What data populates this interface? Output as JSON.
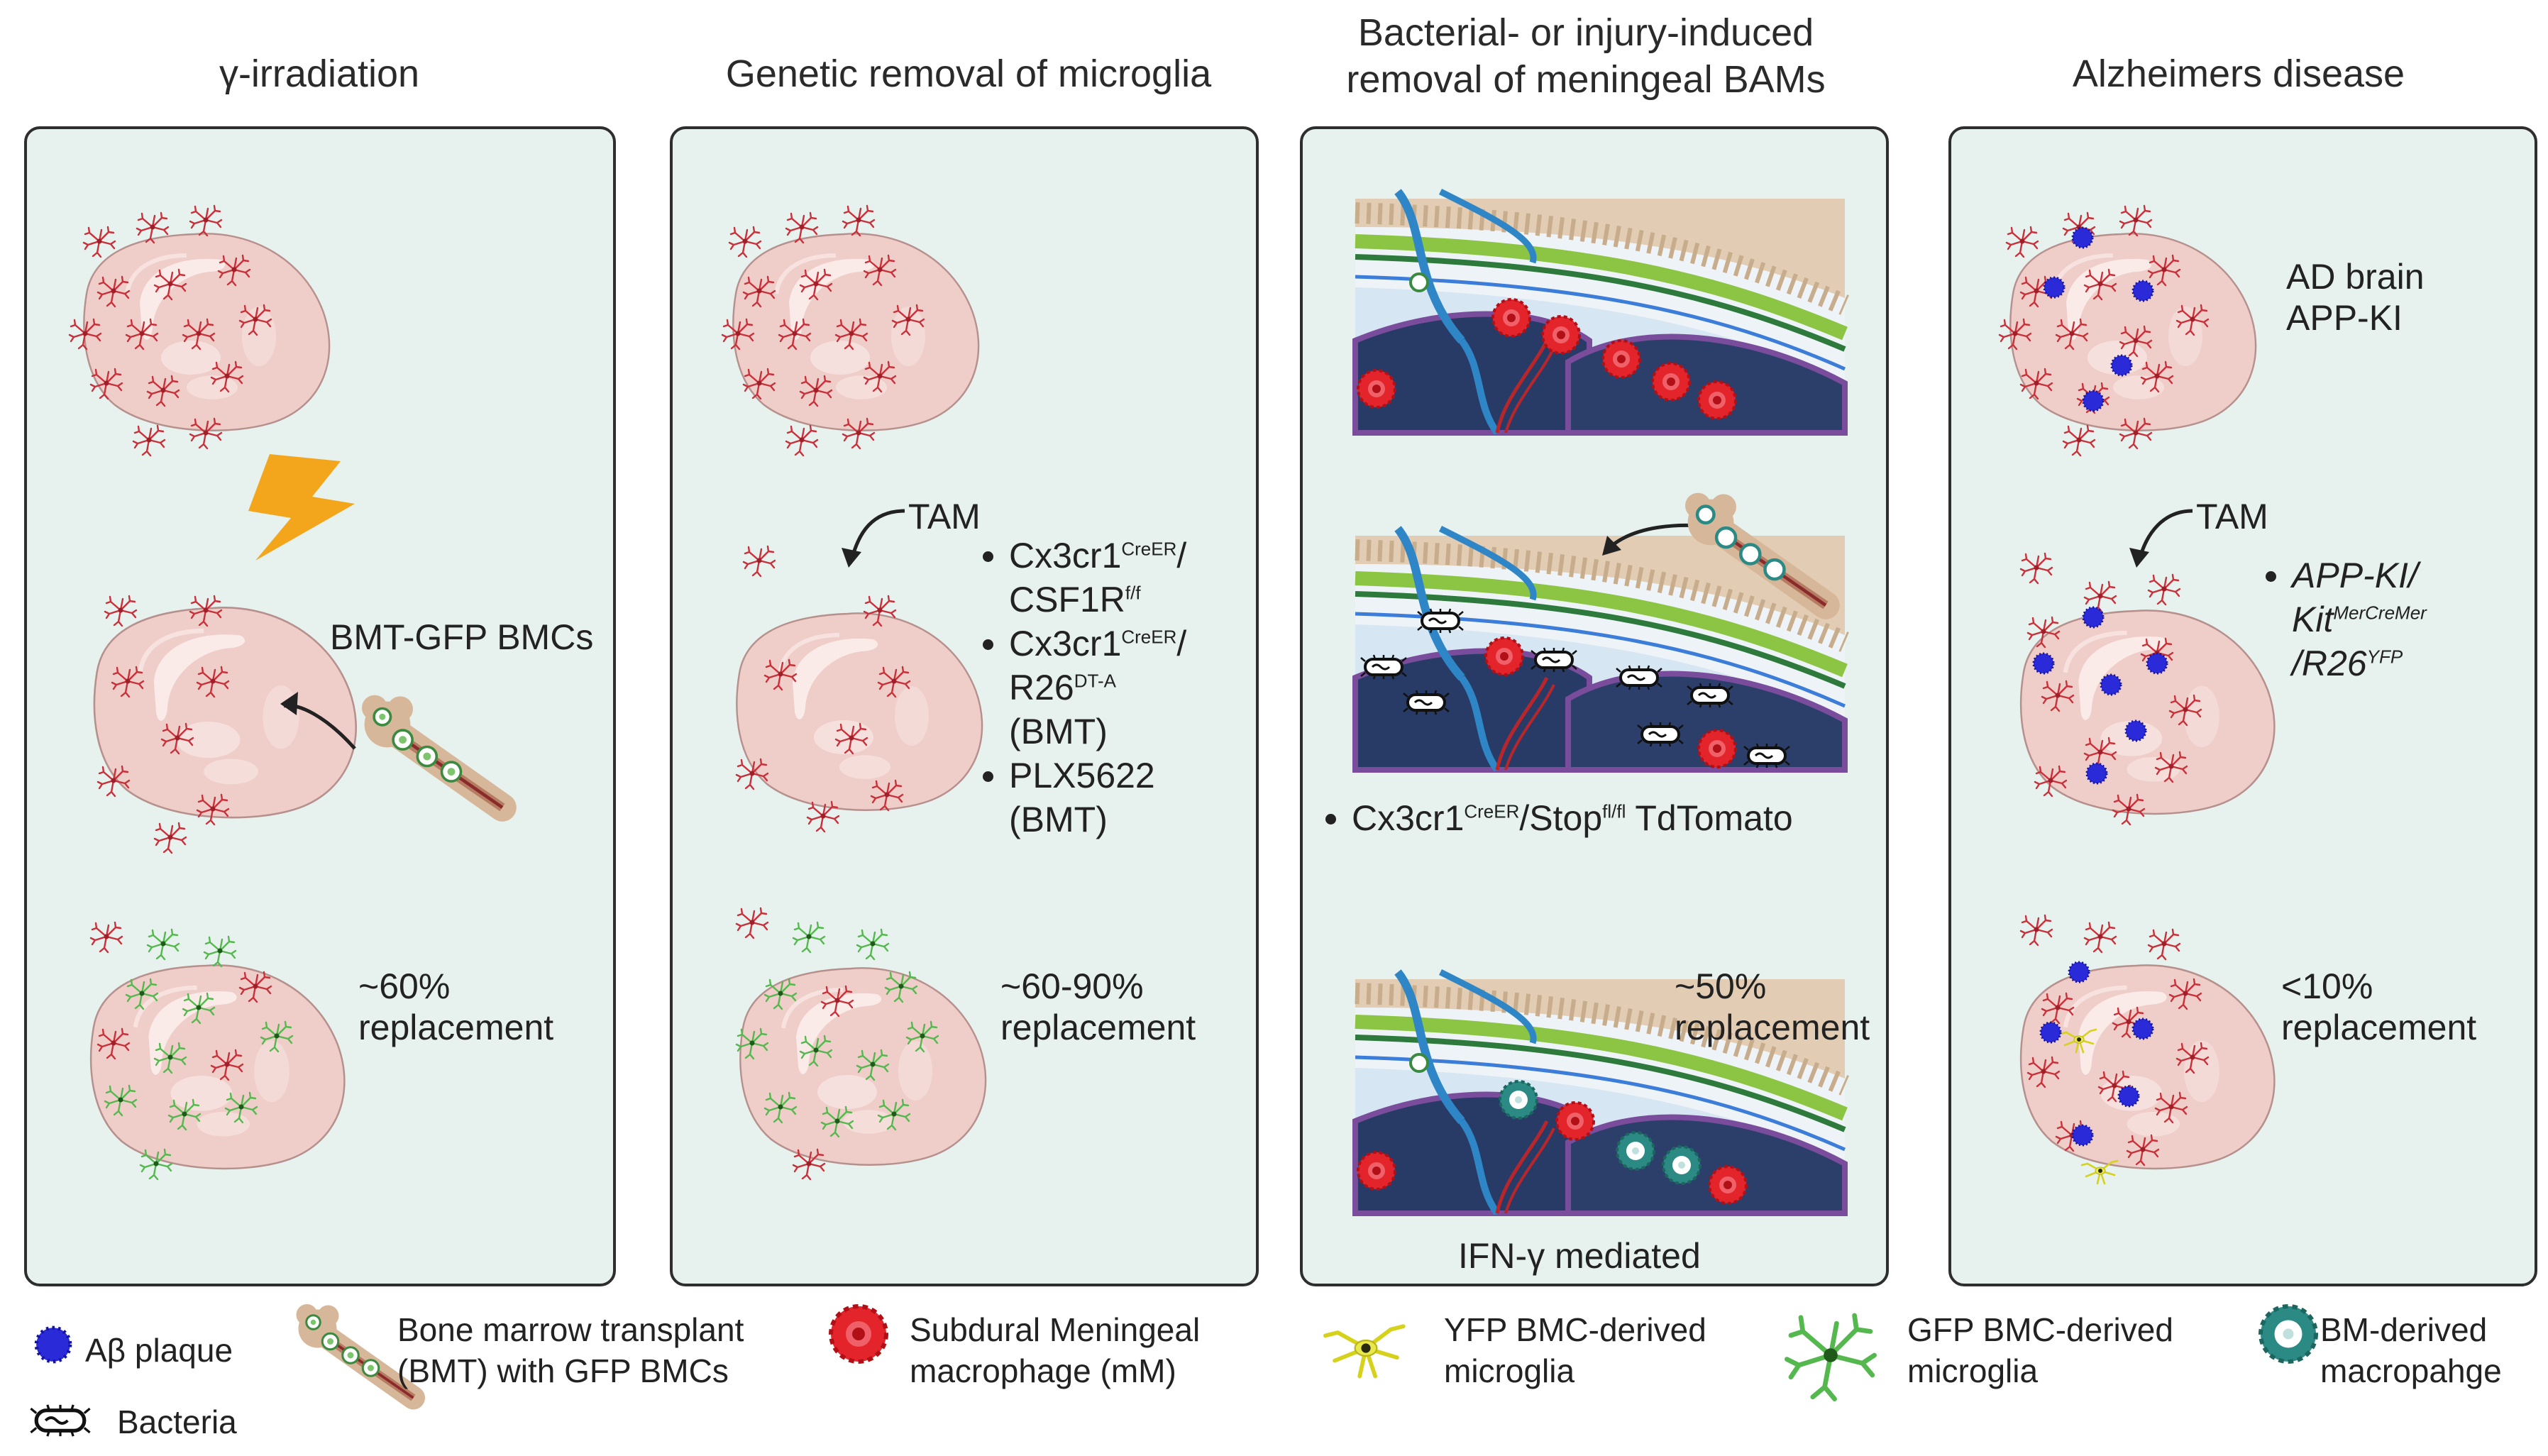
{
  "titles": {
    "p1": "γ-irradiation",
    "p2": "Genetic removal of microglia",
    "p3_line1": "Bacterial- or injury-induced",
    "p3_line2": "removal of meningeal BAMs",
    "p4": "Alzheimers disease"
  },
  "panel1": {
    "bmt_label": "BMT-GFP BMCs",
    "pct": "~60%",
    "replacement": "replacement"
  },
  "panel2": {
    "tam": "TAM",
    "b1_a": "Cx3cr1",
    "b1_a_sup": "CreER",
    "b1_a_tail": "/",
    "b1_b": "CSF1R",
    "b1_b_sup": "f/f",
    "b2_a": "Cx3cr1",
    "b2_a_sup": "CreER",
    "b2_a_tail": "/",
    "b2_b": "R26",
    "b2_b_sup": "DT-A",
    "b2_c": "(BMT)",
    "b3_a": "PLX5622",
    "b3_b": "(BMT)",
    "pct": "~60-90%",
    "replacement": "replacement"
  },
  "panel3": {
    "bullet_a": "Cx3cr1",
    "bullet_sup1": "CreER",
    "bullet_b": "/Stop",
    "bullet_sup2": "fl/fl",
    "bullet_c": " TdTomato",
    "pct": "~50%",
    "replacement": "replacement",
    "ifn": "IFN-γ mediated"
  },
  "panel4": {
    "ad1": "AD brain",
    "ad2": "APP-KI",
    "tam": "TAM",
    "b_a": "APP-KI/",
    "b_b": "Kit",
    "b_b_sup": "MerCreMer",
    "b_c": "/R26",
    "b_c_sup": "YFP",
    "pct": "<10%",
    "replacement": "replacement"
  },
  "legend": {
    "plaque": "Aβ plaque",
    "bacteria": "Bacteria",
    "bmt1": "Bone marrow transplant",
    "bmt2": "(BMT) with GFP BMCs",
    "mm1": "Subdural Meningeal",
    "mm2": "macrophage (mM)",
    "yfp1": "YFP BMC-derived",
    "yfp2": "microglia",
    "gfp1": "GFP BMC-derived",
    "gfp2": "microglia",
    "bmd1": "BM-derived",
    "bmd2": "macropahge"
  },
  "colors": {
    "panel_bg": "#e7f1ee",
    "brain": "#efcdc8",
    "microglia_red": "#d0363f",
    "microglia_green": "#55b84e",
    "microglia_yellow": "#e6e32a",
    "plaque_blue": "#2222cc",
    "meningeal_red": "#e3242b",
    "bm_teal": "#2b8a84",
    "bolt": "#f3a51c"
  }
}
